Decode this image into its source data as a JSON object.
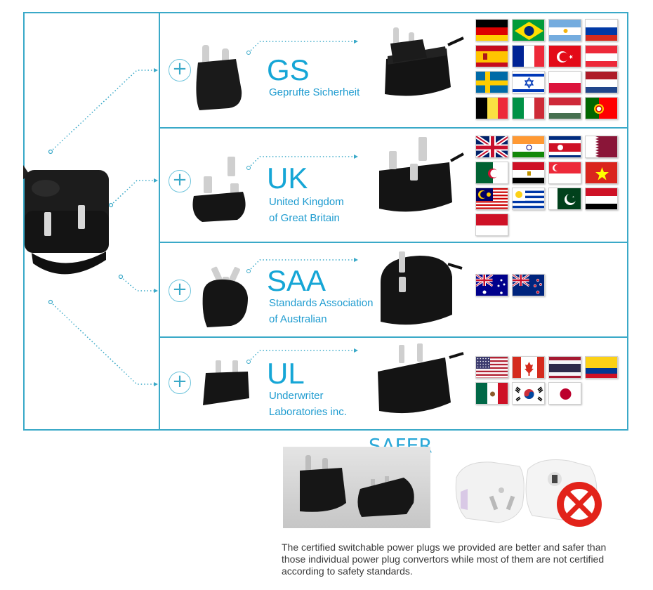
{
  "standards": [
    {
      "code": "GS",
      "description": "Geprufte Sicherheit",
      "flags": [
        "germany",
        "brazil",
        "argentina",
        "russia",
        "spain",
        "france",
        "turkey",
        "austria",
        "sweden",
        "israel",
        "poland",
        "netherlands",
        "belgium",
        "italy",
        "hungary",
        "portugal"
      ]
    },
    {
      "code": "UK",
      "description": "United Kingdom\nof Great Britain",
      "flags": [
        "united-kingdom",
        "india",
        "costa-rica",
        "qatar",
        "algeria",
        "egypt",
        "singapore",
        "vietnam",
        "malaysia",
        "uruguay",
        "pakistan",
        "yemen",
        "indonesia"
      ]
    },
    {
      "code": "SAA",
      "description": "Standards Association\nof Australian",
      "flags": [
        "australia",
        "new-zealand"
      ]
    },
    {
      "code": "UL",
      "description": "Underwriter\nLaboratories inc.",
      "flags": [
        "usa",
        "canada",
        "thailand",
        "colombia",
        "mexico",
        "south-korea",
        "japan"
      ]
    }
  ],
  "safer": {
    "title": "SAFER",
    "caption": "The certified switchable power plugs we provided are better and safer than those individual power plug convertors while most of them are not certified according to safety standards."
  },
  "colors": {
    "frame": "#3aa9c8",
    "code_text": "#16a6d6",
    "desc_text": "#1f9cd0",
    "prohibited": "#e2231a"
  },
  "icons": {
    "add": "plus-circle-icon",
    "prohibited": "prohibited-icon"
  }
}
